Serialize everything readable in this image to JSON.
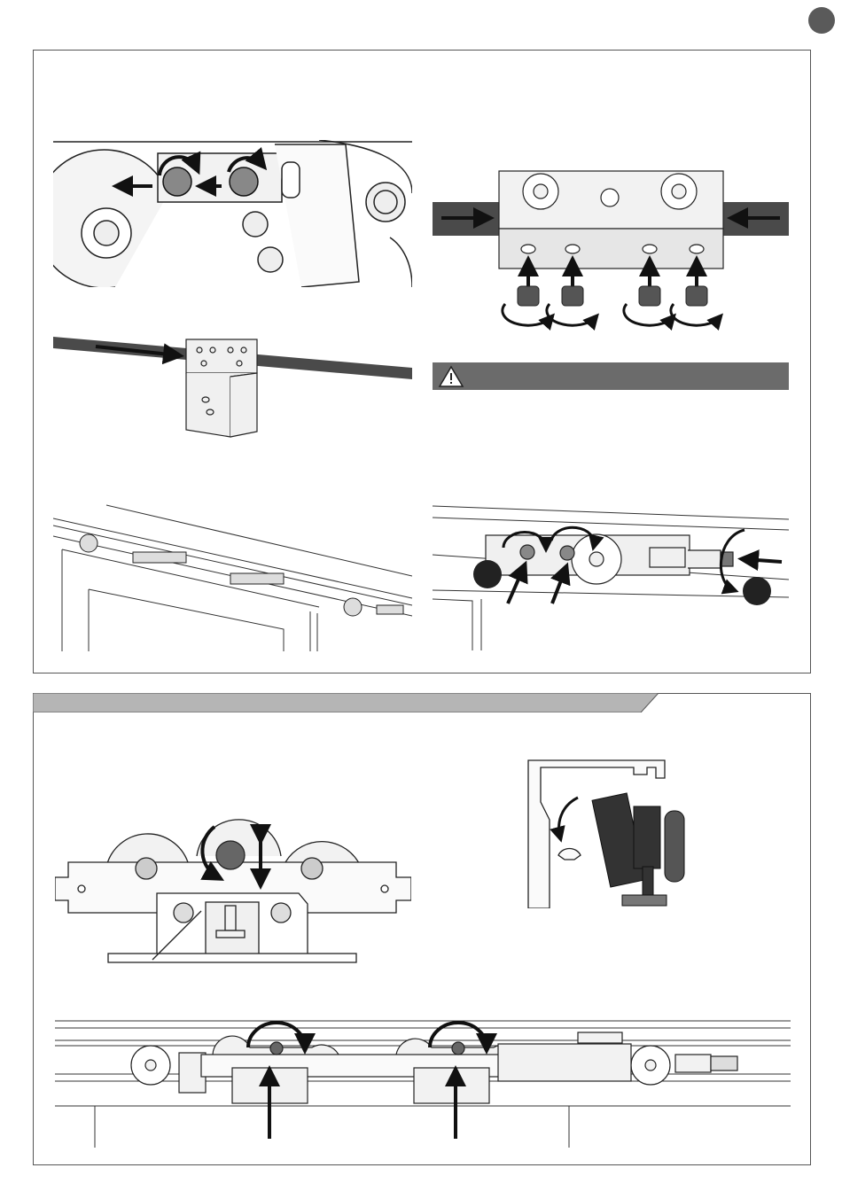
{
  "page": {
    "type": "installation-manual-page",
    "has_page_marker": true
  },
  "sections": {
    "top": {
      "figures": [
        "sprocket-screws",
        "belt-bracket",
        "rail-carriage-overview",
        "belt-clamp-block",
        "warning-bar",
        "belt-tension-detail"
      ]
    },
    "bottom": {
      "figures": [
        "roller-carriage-eccentric",
        "rail-profile-hook",
        "carriage-rail-assembly"
      ]
    }
  },
  "colors": {
    "frame": "#555555",
    "section_bar": "#b5b5b5",
    "warning_bar": "#6b6b6b",
    "rail": "#4a4a4a",
    "arrow": "#111111",
    "part_fill": "#eeeeee"
  },
  "icons": {
    "warning": "warning-triangle-icon",
    "rotate": "rotate-arrow-icon",
    "push": "straight-arrow-icon"
  }
}
